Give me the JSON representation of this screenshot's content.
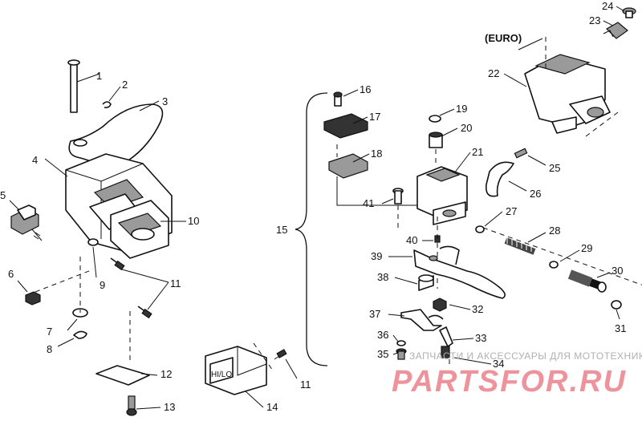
{
  "callouts": [
    {
      "id": "1",
      "text": "1"
    },
    {
      "id": "2",
      "text": "2"
    },
    {
      "id": "3",
      "text": "3"
    },
    {
      "id": "4",
      "text": "4"
    },
    {
      "id": "5",
      "text": "5"
    },
    {
      "id": "6",
      "text": "6"
    },
    {
      "id": "7",
      "text": "7"
    },
    {
      "id": "8",
      "text": "8"
    },
    {
      "id": "9",
      "text": "9"
    },
    {
      "id": "10",
      "text": "10"
    },
    {
      "id": "11a",
      "text": "11"
    },
    {
      "id": "11b",
      "text": "11"
    },
    {
      "id": "12",
      "text": "12"
    },
    {
      "id": "13",
      "text": "13"
    },
    {
      "id": "14",
      "text": "14"
    },
    {
      "id": "15",
      "text": "15"
    },
    {
      "id": "16",
      "text": "16"
    },
    {
      "id": "17",
      "text": "17"
    },
    {
      "id": "18",
      "text": "18"
    },
    {
      "id": "19",
      "text": "19"
    },
    {
      "id": "20",
      "text": "20"
    },
    {
      "id": "21",
      "text": "21"
    },
    {
      "id": "22",
      "text": "22"
    },
    {
      "id": "23",
      "text": "23"
    },
    {
      "id": "24",
      "text": "24"
    },
    {
      "id": "25",
      "text": "25"
    },
    {
      "id": "26",
      "text": "26"
    },
    {
      "id": "27",
      "text": "27"
    },
    {
      "id": "28",
      "text": "28"
    },
    {
      "id": "29",
      "text": "29"
    },
    {
      "id": "30",
      "text": "30"
    },
    {
      "id": "31",
      "text": "31"
    },
    {
      "id": "32",
      "text": "32"
    },
    {
      "id": "33",
      "text": "33"
    },
    {
      "id": "34",
      "text": "34"
    },
    {
      "id": "35",
      "text": "35"
    },
    {
      "id": "36",
      "text": "36"
    },
    {
      "id": "37",
      "text": "37"
    },
    {
      "id": "38",
      "text": "38"
    },
    {
      "id": "39",
      "text": "39"
    },
    {
      "id": "40",
      "text": "40"
    },
    {
      "id": "41",
      "text": "41"
    }
  ],
  "labels": {
    "euro": "(EURO)",
    "switch_marking": "HI/LO"
  },
  "watermark": {
    "tagline": "ЗАПЧАСТИ И АКСЕССУАРЫ ДЛЯ МОТОТЕХНИКИ",
    "brand": "PARTSFOR.RU"
  }
}
